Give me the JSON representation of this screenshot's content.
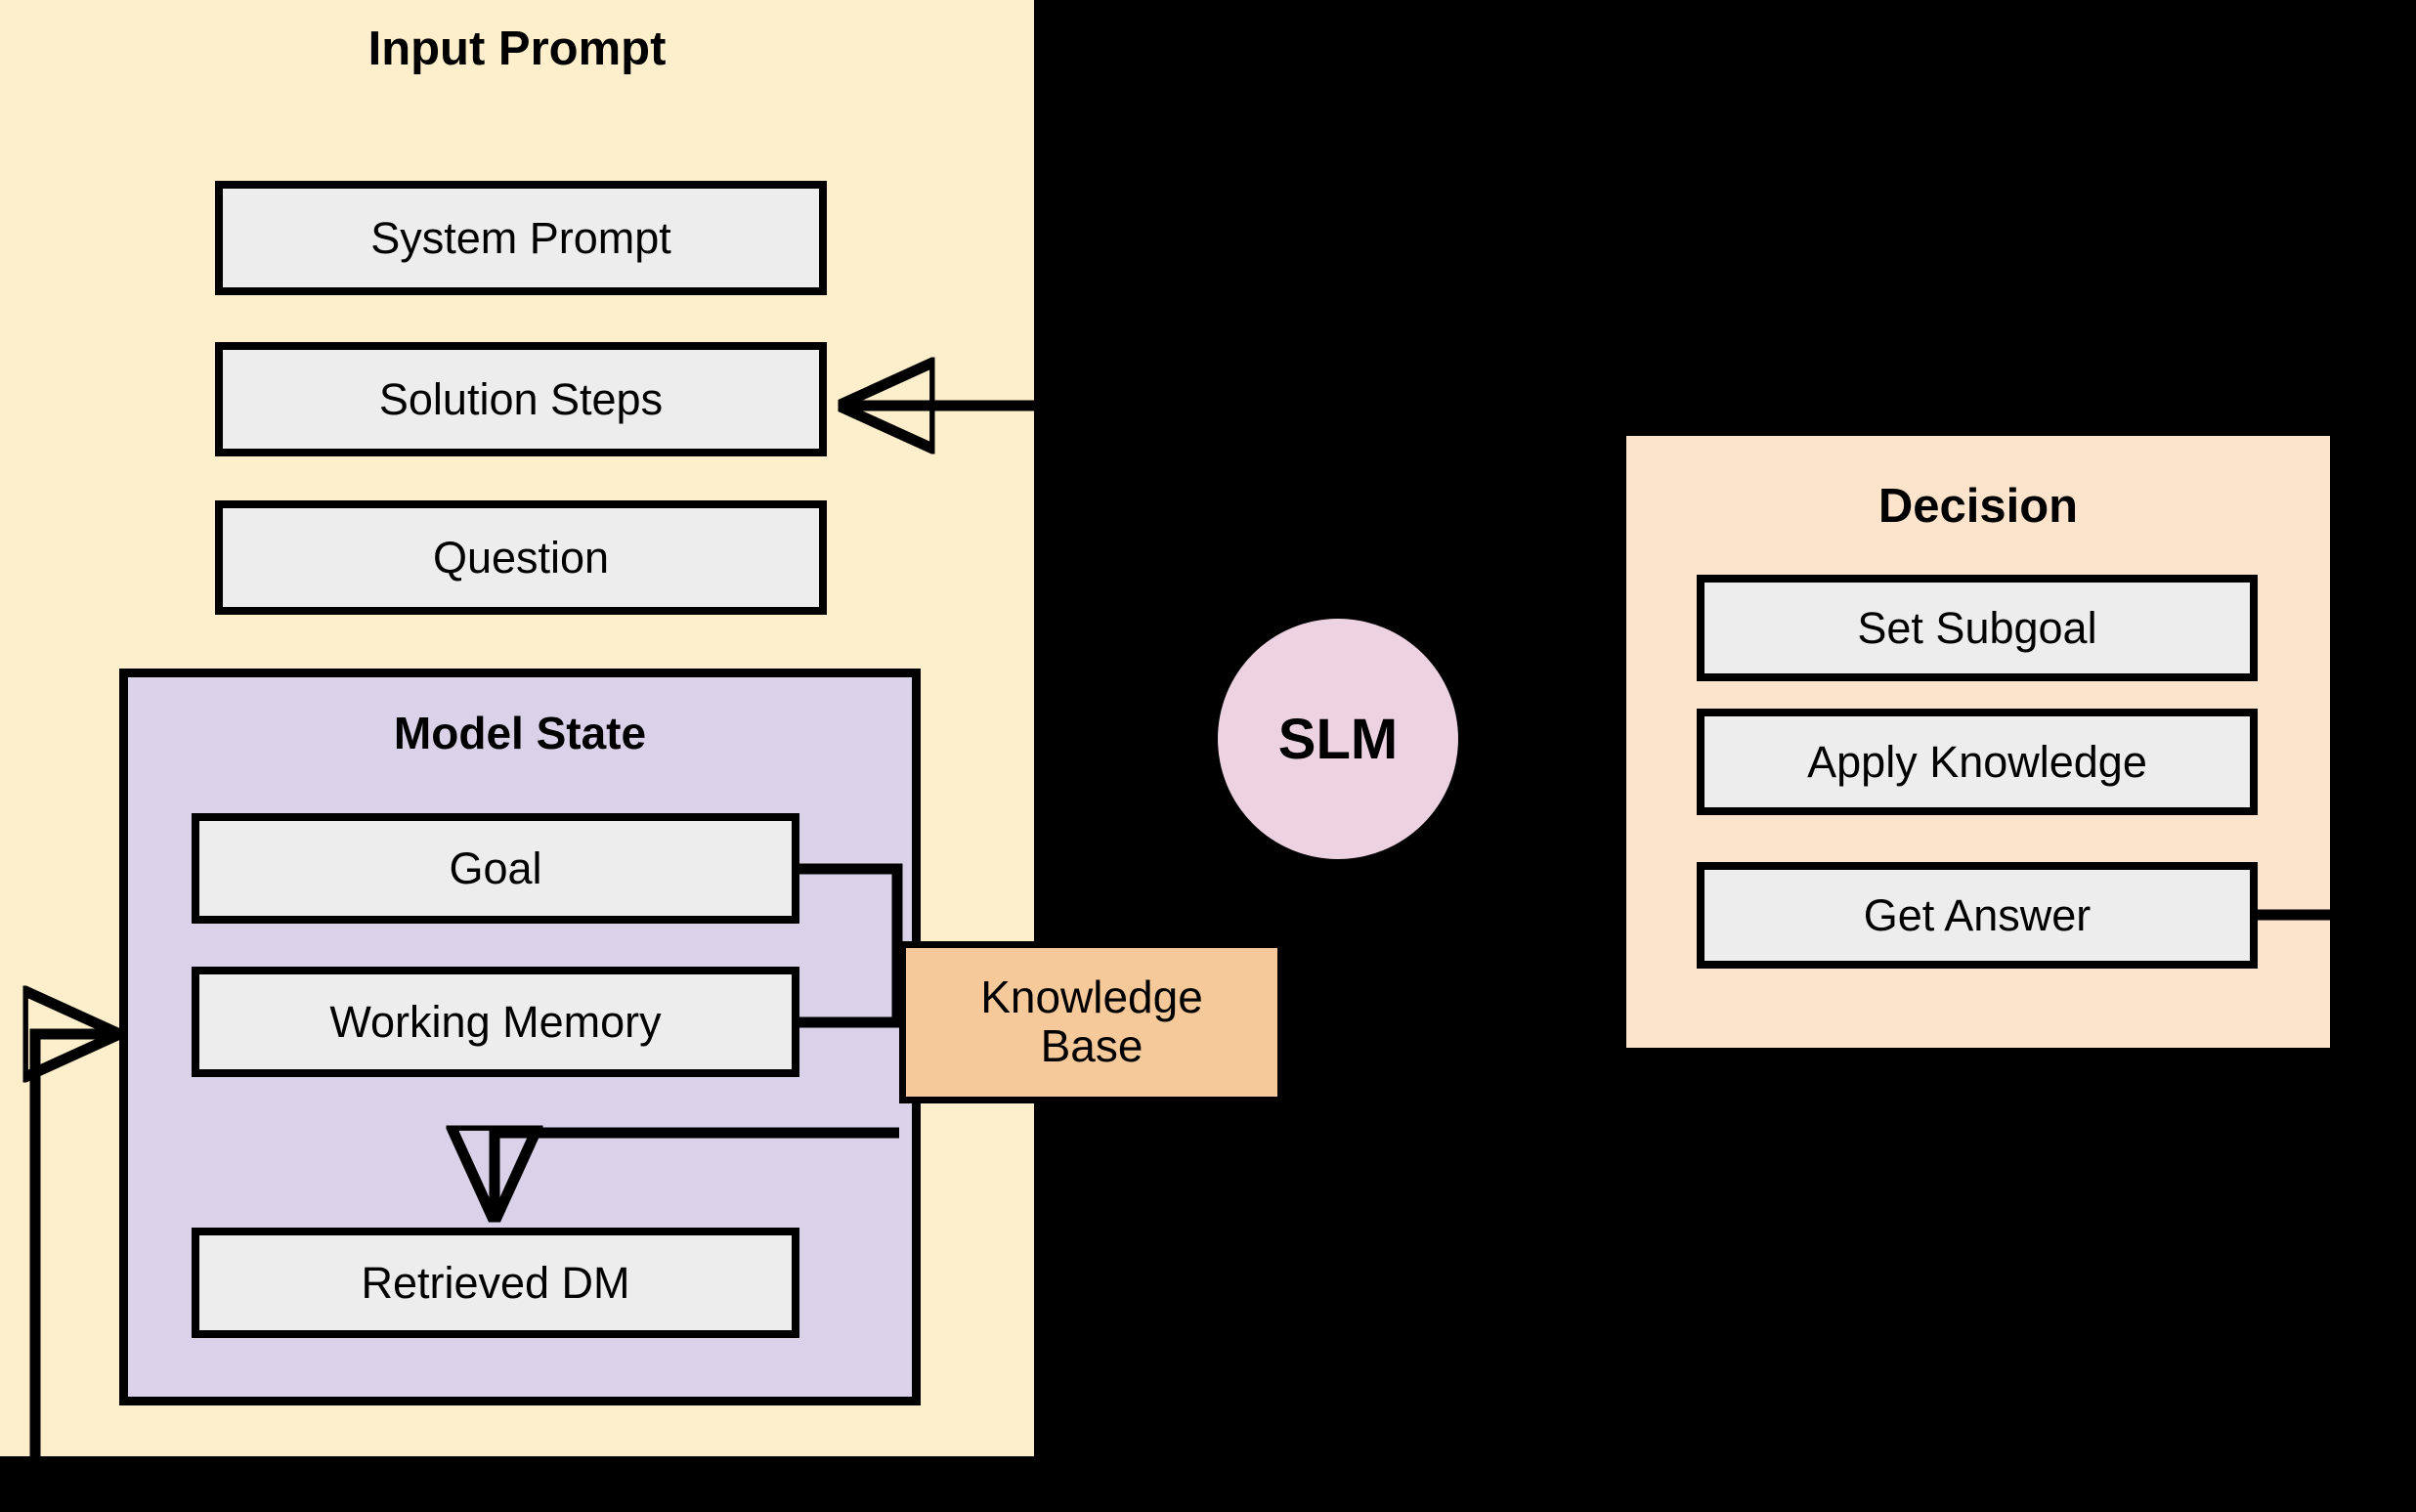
{
  "diagram": {
    "title_hidden": "",
    "colors": {
      "background": "#000000",
      "input_prompt_panel": "#FDEFCB",
      "model_state_panel": "#D9D2E9",
      "decision_panel": "#FBE3CC",
      "knowledge_base": "#F5C99A",
      "slm_circle": "#EDD3E1",
      "inner_box": "#EDEDED",
      "stroke": "#000000"
    }
  },
  "input_prompt": {
    "title": "Input Prompt",
    "boxes": [
      {
        "label": "System Prompt"
      },
      {
        "label": "Solution Steps"
      },
      {
        "label": "Question"
      }
    ]
  },
  "model_state": {
    "title": "Model State",
    "boxes": [
      {
        "label": "Goal"
      },
      {
        "label": "Working Memory"
      },
      {
        "label": "Retrieved DM"
      }
    ]
  },
  "knowledge_base": {
    "line1": "Knowledge",
    "line2": "Base"
  },
  "slm": {
    "label": "SLM"
  },
  "decision": {
    "title": "Decision",
    "boxes": [
      {
        "label": "Set Subgoal"
      },
      {
        "label": "Apply Knowledge"
      },
      {
        "label": "Get Answer"
      }
    ]
  },
  "connectors": [
    {
      "name": "get-answer-to-solution-steps",
      "from": "Get Answer",
      "to": "Solution Steps",
      "arrow": true
    },
    {
      "name": "goal-to-knowledge-base",
      "from": "Goal",
      "to": "Knowledge Base",
      "arrow": false
    },
    {
      "name": "working-memory-to-knowledge-base",
      "from": "Working Memory",
      "to": "Knowledge Base",
      "arrow": false
    },
    {
      "name": "knowledge-base-to-retrieved-dm",
      "from": "Knowledge Base",
      "to": "Retrieved DM",
      "arrow": true
    },
    {
      "name": "feedback-to-model-state",
      "from": "Decision",
      "to": "Model State",
      "arrow": true
    }
  ]
}
